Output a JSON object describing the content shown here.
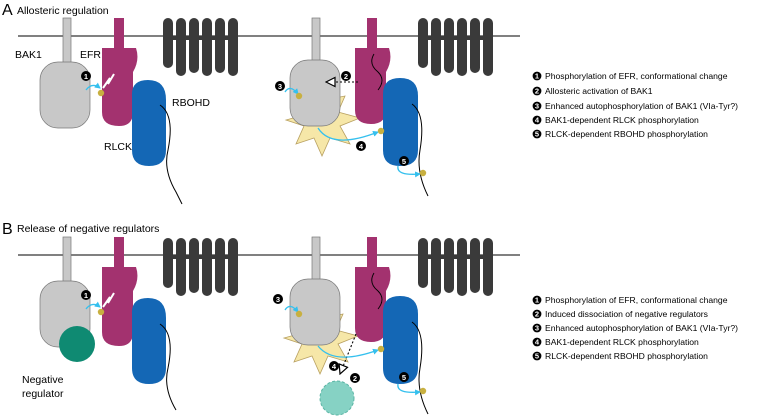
{
  "colors": {
    "bak1": "#c8c8c8",
    "efr": "#a3326f",
    "rlck": "#1467b5",
    "rbohd": "#3a3a3a",
    "negative_regulator": "#0f8a72",
    "negative_regulator_released": "#86d2c4",
    "phospho": "#c8b040",
    "arrow": "#35c0ee",
    "burst": "#f6e7a8"
  },
  "panel_a": {
    "letter": "A",
    "title": "Allosteric regulation",
    "labels": {
      "bak1": "BAK1",
      "efr": "EFR",
      "rlck": "RLCK",
      "rbohd": "RBOHD"
    },
    "step_numbers": [
      "1",
      "2",
      "3",
      "4",
      "5"
    ],
    "legend": [
      {
        "num": "1",
        "text": "Phosphorylation of EFR, conformational change"
      },
      {
        "num": "2",
        "text": "Allosteric activation of BAK1"
      },
      {
        "num": "3",
        "text": "Enhanced autophosphorylation of BAK1 (VIa-Tyr?)"
      },
      {
        "num": "4",
        "text": "BAK1-dependent RLCK phosphorylation"
      },
      {
        "num": "5",
        "text": "RLCK-dependent RBOHD phosphorylation"
      }
    ]
  },
  "panel_b": {
    "letter": "B",
    "title": "Release of negative regulators",
    "labels": {
      "negative_regulator_line1": "Negative",
      "negative_regulator_line2": "regulator"
    },
    "step_numbers": [
      "1",
      "2",
      "3",
      "4",
      "5"
    ],
    "legend": [
      {
        "num": "1",
        "text": "Phosphorylation of EFR, conformational change"
      },
      {
        "num": "2",
        "text": "Induced dissociation of negative regulators"
      },
      {
        "num": "3",
        "text": "Enhanced autophosphorylation of BAK1 (VIa-Tyr?)"
      },
      {
        "num": "4",
        "text": "BAK1-dependent RLCK phosphorylation"
      },
      {
        "num": "5",
        "text": "RLCK-dependent RBOHD phosphorylation"
      }
    ]
  }
}
